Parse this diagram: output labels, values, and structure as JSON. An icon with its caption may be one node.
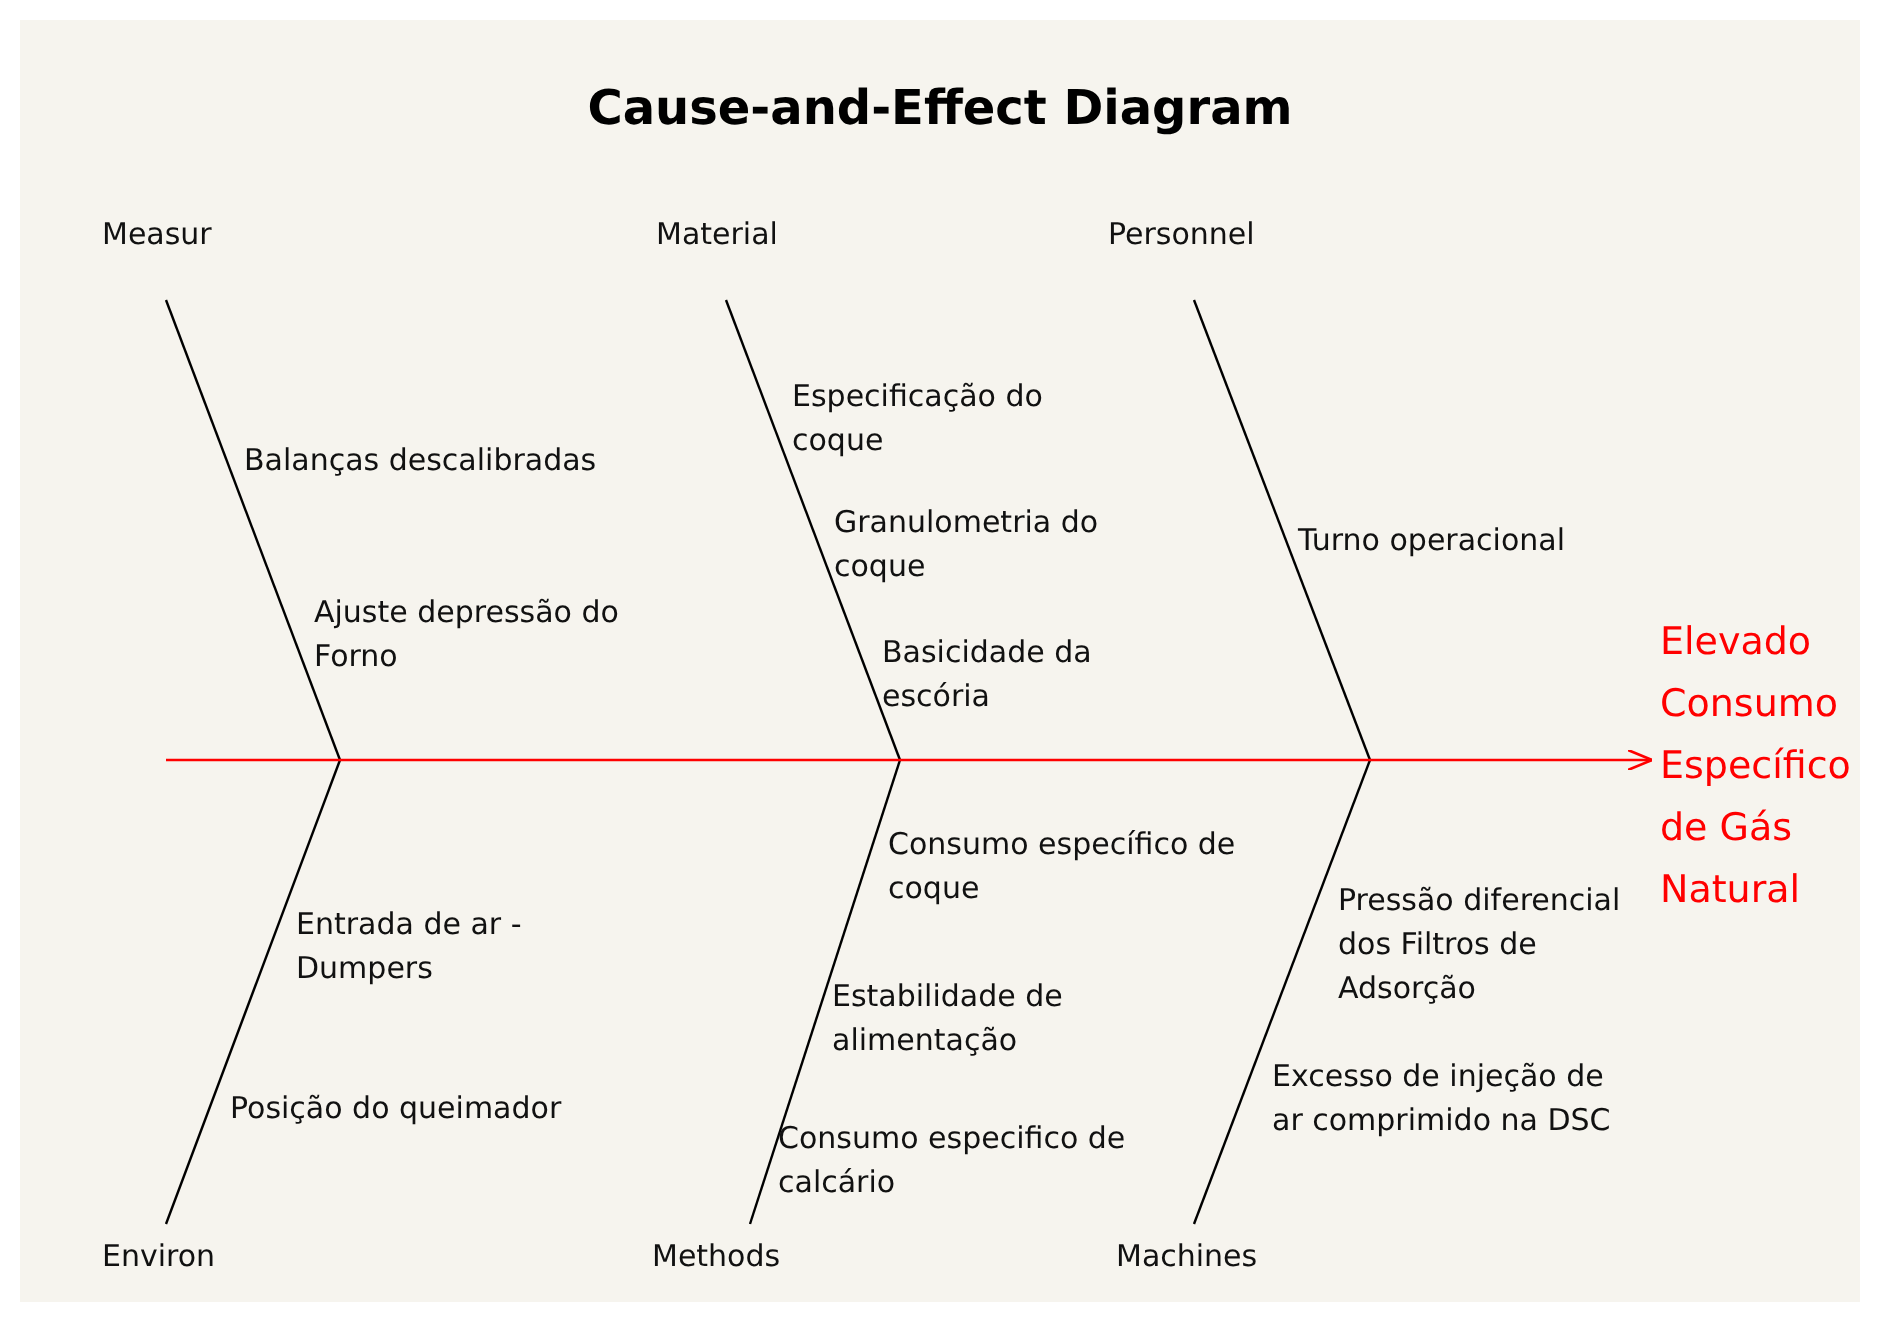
{
  "diagram": {
    "title": "Cause-and-Effect Diagram",
    "nodes": [
      {
        "text": [
          "Measur"
        ]
      },
      {
        "text": [
          "Material"
        ]
      },
      {
        "text": [
          "Personnel"
        ]
      },
      {
        "text": [
          "Environ"
        ]
      },
      {
        "text": [
          "Methods"
        ]
      },
      {
        "text": [
          "Machines"
        ]
      },
      {
        "text": [
          "Elevado Consumo Específico de Gás Natural"
        ]
      }
    ],
    "edges": [
      {
        "from": 0,
        "to": null,
        "arrow": "none"
      },
      {
        "from": 1,
        "to": null,
        "arrow": "none"
      },
      {
        "from": 2,
        "to": null,
        "arrow": "none"
      },
      {
        "from": 3,
        "to": null,
        "arrow": "none"
      },
      {
        "from": 4,
        "to": null,
        "arrow": "none"
      },
      {
        "from": 5,
        "to": null,
        "arrow": "none"
      },
      {
        "from": null,
        "to": 6,
        "arrow": "to",
        "color": "#ff0000"
      }
    ],
    "labels": [
      "Balanças descalibradas",
      "Ajuste depressão do Forno",
      "Especificação do coque",
      "Granulometria do coque",
      "Basicidade da escória",
      "Turno operacional",
      "Entrada de ar - Dumpers",
      "Posição do queimador",
      "Consumo específico de coque",
      "Estabilidade de alimentação",
      "Consumo especifico de calcário",
      "Pressão diferencial dos Filtros de Adsorção",
      "Excesso de injeção de ar comprimido na DSC"
    ]
  }
}
